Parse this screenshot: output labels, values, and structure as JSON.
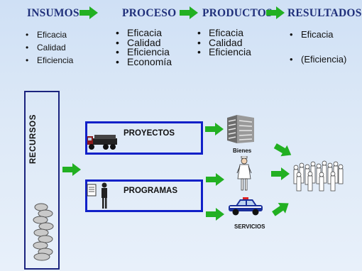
{
  "headers": {
    "insumos": "INSUMOS",
    "proceso": "PROCESO",
    "productos": "PRODUCTOS",
    "resultados": "RESULTADOS"
  },
  "insumos_items": [
    "Eficacia",
    "Calidad",
    "Eficiencia"
  ],
  "proceso_items": [
    "Eficacia",
    "Calidad",
    "Eficiencia",
    "Economía"
  ],
  "productos_items": [
    "Eficacia",
    "Calidad",
    "Eficiencia"
  ],
  "resultados_items": [
    "Eficacia",
    "(Eficiencia)"
  ],
  "recursos": {
    "label": "RECURSOS"
  },
  "proyectos": {
    "label": "PROYECTOS"
  },
  "programas": {
    "label": "PROGRAMAS"
  },
  "bienes": {
    "label": "Bienes"
  },
  "servicios": {
    "label": "SERVICIOS"
  },
  "colors": {
    "header_text": "#1f2f7a",
    "arrow_green": "#22b022",
    "box_border": "#1020c8",
    "recursos_border": "#1a237e"
  },
  "icons": {
    "truck": "truck-icon",
    "person_with_document": "person-document-icon",
    "building": "building-icon",
    "nurse": "nurse-icon",
    "police_car": "police-car-icon",
    "crowd": "crowd-icon",
    "coins": "coins-icon"
  }
}
